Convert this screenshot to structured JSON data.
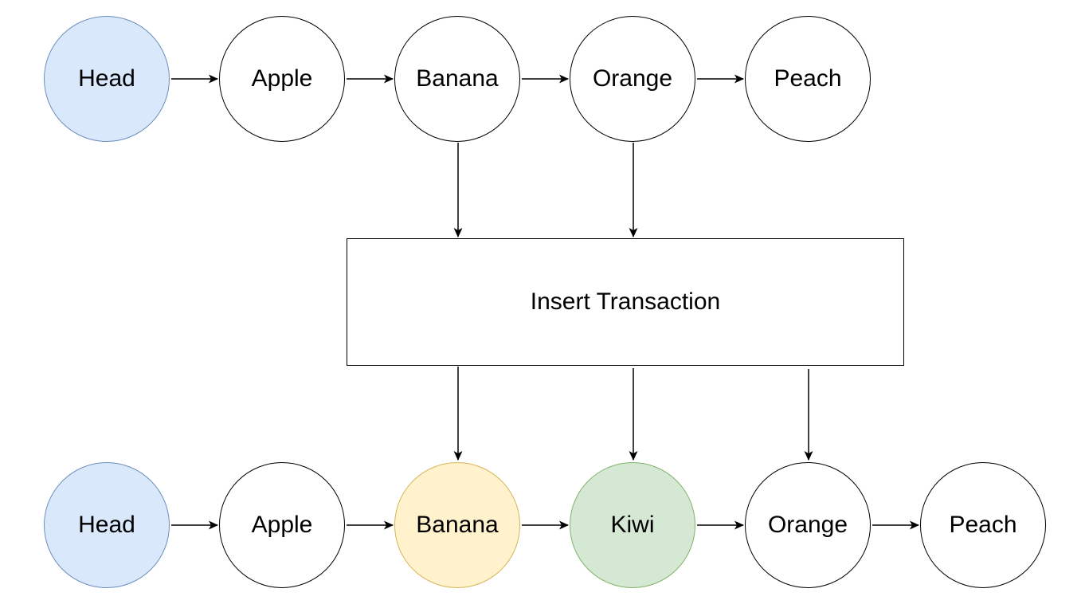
{
  "before_list": [
    {
      "label": "Head",
      "kind": "head"
    },
    {
      "label": "Apple",
      "kind": "plain"
    },
    {
      "label": "Banana",
      "kind": "plain"
    },
    {
      "label": "Orange",
      "kind": "plain"
    },
    {
      "label": "Peach",
      "kind": "plain"
    }
  ],
  "transaction": {
    "label": "Insert Transaction"
  },
  "after_list": [
    {
      "label": "Head",
      "kind": "head"
    },
    {
      "label": "Apple",
      "kind": "plain"
    },
    {
      "label": "Banana",
      "kind": "changed"
    },
    {
      "label": "Kiwi",
      "kind": "inserted"
    },
    {
      "label": "Orange",
      "kind": "plain"
    },
    {
      "label": "Peach",
      "kind": "plain"
    }
  ],
  "colors": {
    "head_fill": "#dae8fc",
    "head_border": "#6c8ebf",
    "changed_fill": "#fff2cc",
    "changed_border": "#d6b656",
    "inserted_fill": "#d5e8d4",
    "inserted_border": "#82b366",
    "line": "#000000"
  }
}
